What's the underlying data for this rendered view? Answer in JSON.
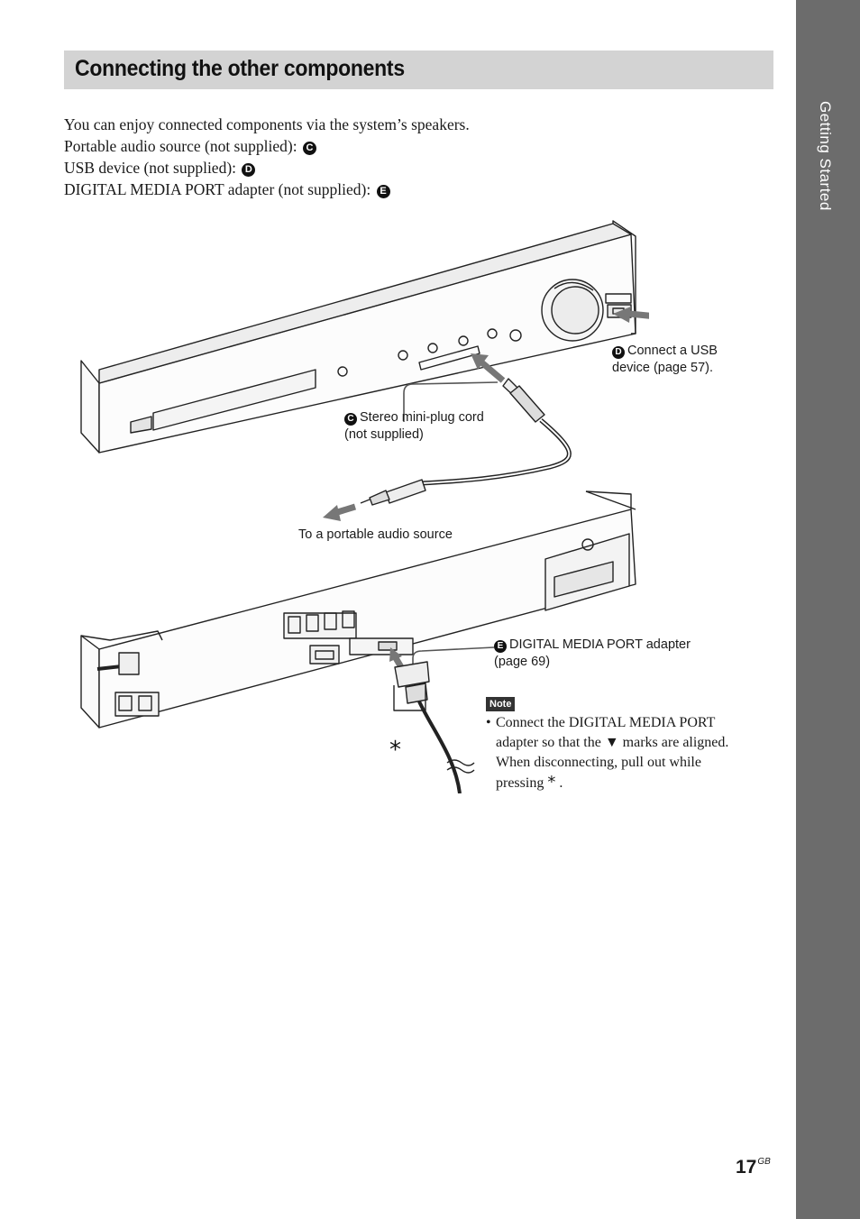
{
  "side_tab": {
    "label": "Getting Started",
    "color": "#6c6c6c"
  },
  "section": {
    "title": "Connecting the other components",
    "title_bar_color": "#d3d3d3"
  },
  "intro": {
    "line1": "You can enjoy connected components via the system’s speakers.",
    "line2": "Portable audio source (not supplied):",
    "line2_badge": "C",
    "line3": "USB device (not supplied):",
    "line3_badge": "D",
    "line4": "DIGITAL MEDIA PORT adapter (not supplied):",
    "line4_badge": "E"
  },
  "callouts": {
    "usb_badge": "D",
    "usb_line1": "Connect a USB",
    "usb_line2": "device (page 57).",
    "stereo_badge": "C",
    "stereo_line1": "Stereo mini-plug cord",
    "stereo_line2": "(not supplied)",
    "portable": "To a portable audio source",
    "dmport_badge": "E",
    "dmport_line1": "DIGITAL MEDIA PORT adapter",
    "dmport_line2": "(page 69)"
  },
  "illustration_asterisk": "*",
  "note": {
    "label": "Note",
    "bullet": "•",
    "line1": "Connect the DIGITAL MEDIA PORT",
    "line2": "adapter so that the ▼ marks are aligned.",
    "line3": "When disconnecting, pull out while",
    "line4_prefix": "pressing",
    "line4_symbol": "*",
    "line4_suffix": "."
  },
  "page": {
    "number": "17",
    "suffix": "GB"
  }
}
